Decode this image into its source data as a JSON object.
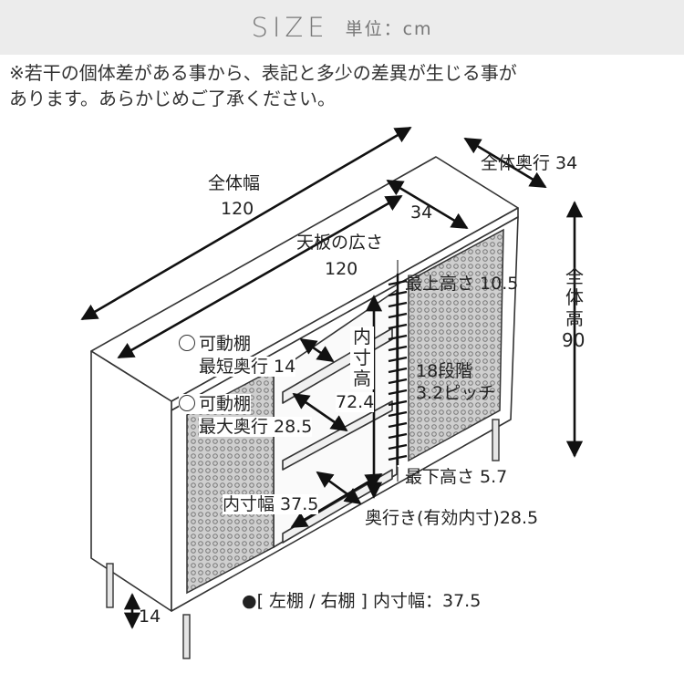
{
  "header": {
    "title": "SIZE",
    "unit": "単位：cm"
  },
  "note": {
    "line1": "※若干の個体差がある事から、表記と多少の差異が生じる事が",
    "line2": "あります。あらかじめご了承ください。"
  },
  "dims": {
    "overall_width_label": "全体幅",
    "overall_width": "120",
    "top_depth": "34",
    "overall_depth": "全体奥行 34",
    "top_width_label": "天板の広さ",
    "top_width": "120",
    "height_chars": [
      "全",
      "体",
      "高"
    ],
    "height_value": "90",
    "top_height": "最上高さ 10.5",
    "steps_line1": "18段階",
    "steps_line2": "3.2ピッチ",
    "inner_height_chars": [
      "内",
      "寸",
      "高"
    ],
    "inner_height_value": "72.4",
    "shelf_min_title": "可動棚",
    "shelf_min_depth": "最短奥行 14",
    "shelf_max_title": "可動棚",
    "shelf_max_depth": "最大奥行 28.5",
    "bottom_height": "最下高さ 5.7",
    "inner_width": "内寸幅 37.5",
    "inner_depth": "奥行き(有効内寸)28.5",
    "leg_height": "14",
    "side_note": "●[ 左棚 / 右棚 ] 内寸幅：37.5"
  }
}
